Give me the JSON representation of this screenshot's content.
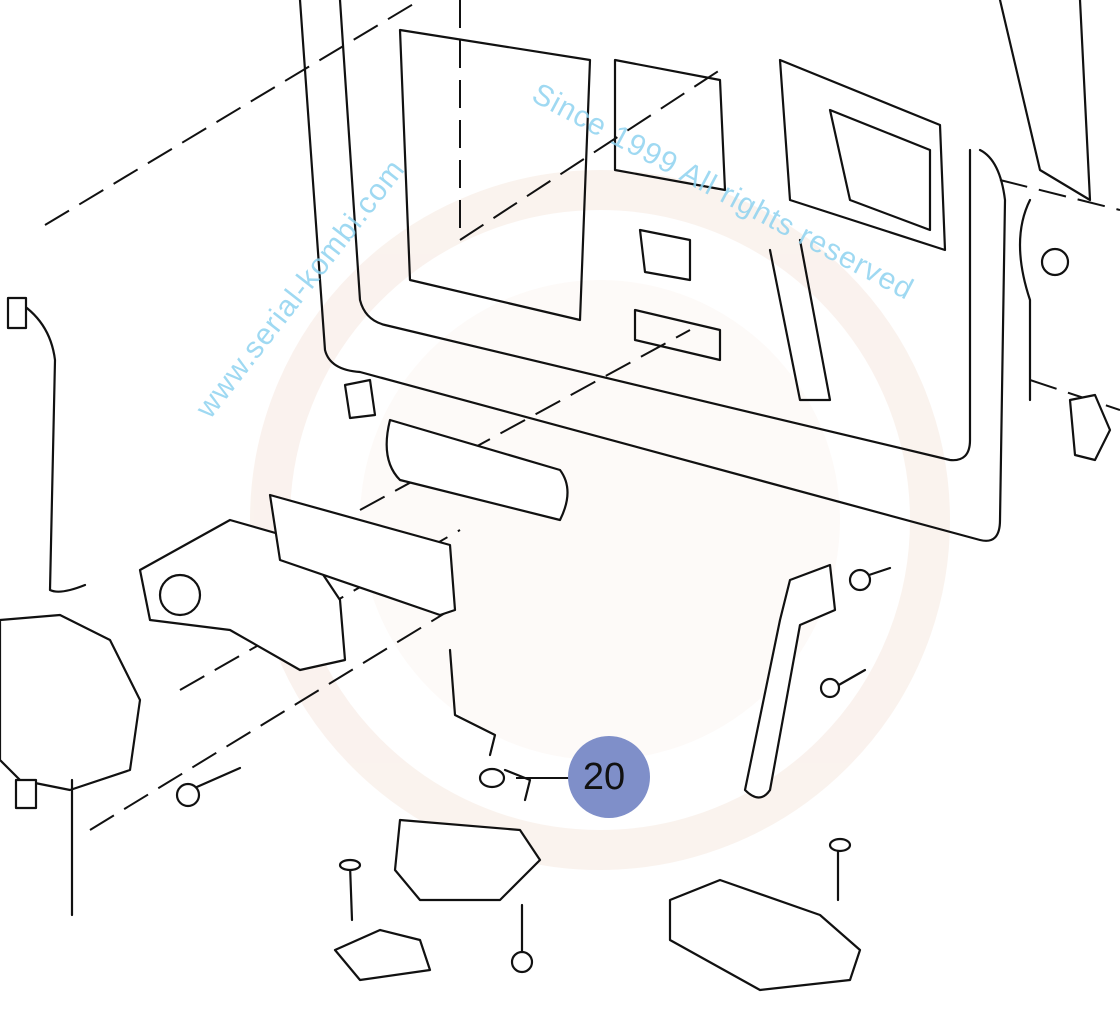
{
  "diagram": {
    "watermark": {
      "site": "www.serial-kombi.com",
      "notice": "Since 1999 All rights reserved"
    },
    "callouts": [
      {
        "label": "20",
        "color": "#7f8fc9"
      }
    ]
  }
}
